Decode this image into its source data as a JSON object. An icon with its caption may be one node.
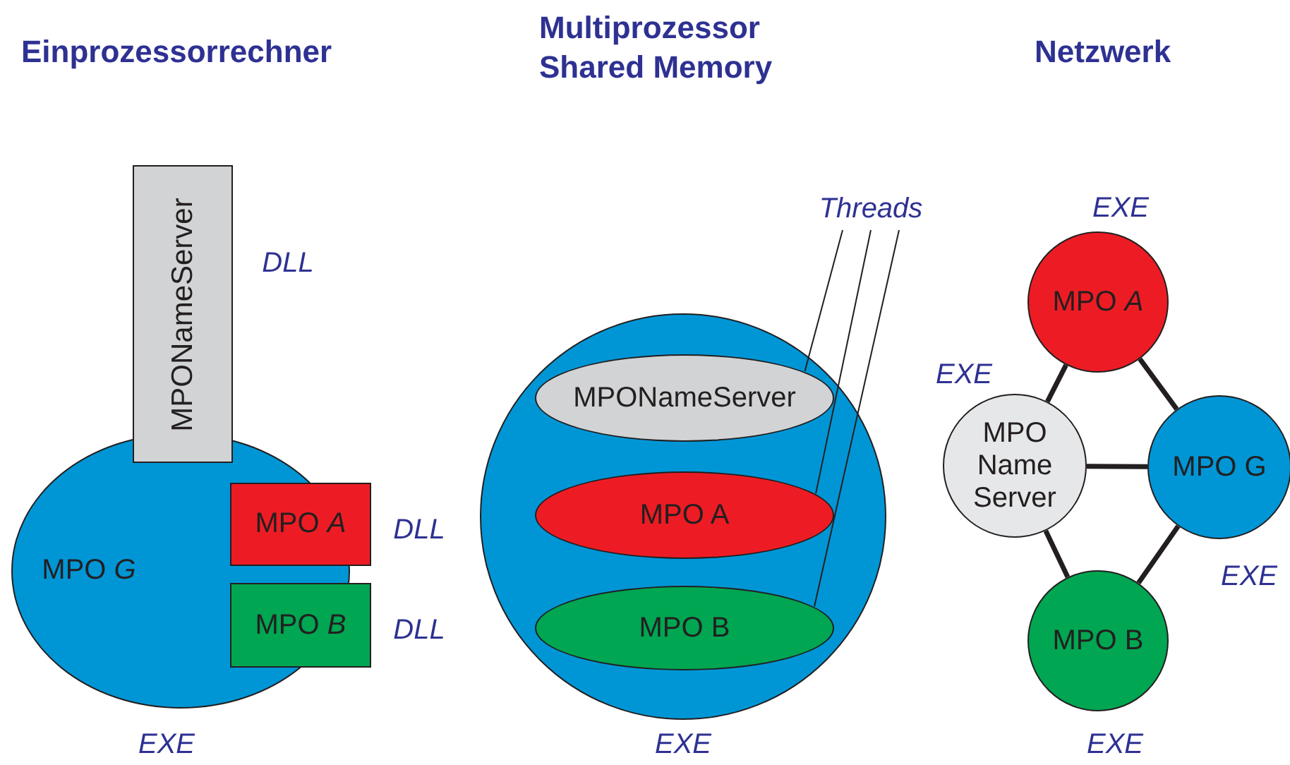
{
  "diagram": {
    "nodes": [
      {
        "text": [
          "MPO *G*"
        ],
        "beside": [
          "EXE"
        ]
      },
      {
        "text": [
          "MPONameServer"
        ],
        "beside": [
          "DLL"
        ]
      },
      {
        "text": [
          "MPO *A*"
        ],
        "beside": [
          "DLL"
        ]
      },
      {
        "text": [
          "MPO *B*"
        ],
        "beside": [
          "DLL"
        ]
      },
      {
        "text": [],
        "shape": "circle",
        "beside": [
          "EXE"
        ]
      },
      {
        "text": [
          "MPONameServer"
        ],
        "in": 4
      },
      {
        "text": [
          "MPO A"
        ],
        "in": 4
      },
      {
        "text": [
          "MPO B"
        ],
        "in": 4
      },
      {
        "text": [
          "Threads"
        ]
      },
      {
        "text": [
          "MPO *A*"
        ],
        "beside": [
          "EXE"
        ]
      },
      {
        "text": [
          "MPO Name Server"
        ],
        "beside": [
          "EXE"
        ]
      },
      {
        "text": [
          "MPO G"
        ],
        "beside": [
          "EXE"
        ]
      },
      {
        "text": [
          "MPO B"
        ],
        "beside": [
          "EXE"
        ]
      }
    ],
    "edges": [
      {
        "from": 8,
        "to": 5,
        "arrow": "none"
      },
      {
        "from": 8,
        "to": 6,
        "arrow": "none"
      },
      {
        "from": 8,
        "to": 7,
        "arrow": "none"
      },
      {
        "from": 10,
        "to": 9,
        "arrow": "none"
      },
      {
        "from": 9,
        "to": 11,
        "arrow": "none"
      },
      {
        "from": 10,
        "to": 11,
        "arrow": "none"
      },
      {
        "from": 10,
        "to": 12,
        "arrow": "none"
      },
      {
        "from": 11,
        "to": 12,
        "arrow": "none"
      }
    ],
    "labels": [
      "Einprozessorrechner",
      "Multiprozessor Shared Memory",
      "Netzwerk"
    ]
  }
}
